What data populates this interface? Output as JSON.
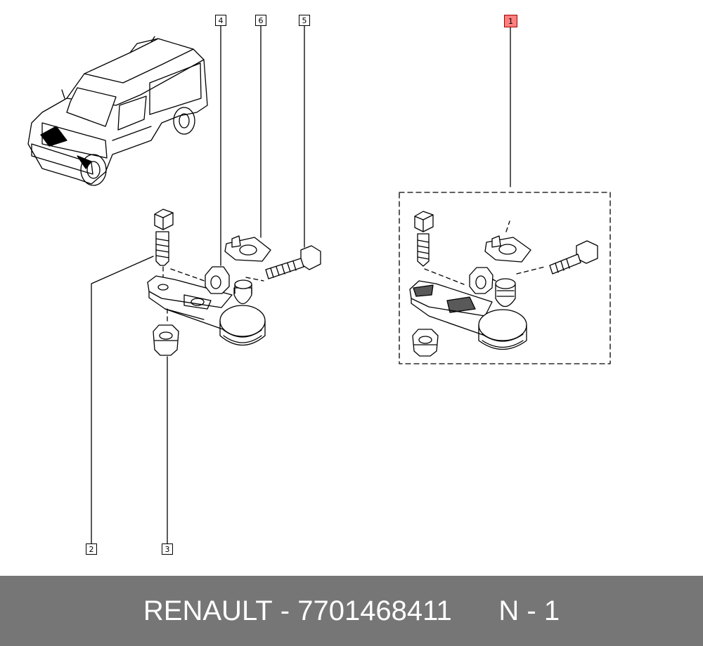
{
  "callouts": {
    "c1": "1",
    "c2": "2",
    "c3": "3",
    "c4": "4",
    "c5": "5",
    "c6": "6"
  },
  "footer": {
    "brand": "RENAULT",
    "separator": " - ",
    "part_number": "7701468411",
    "gap": "      ",
    "page": "N - 1"
  },
  "colors": {
    "highlight": "#ff7f7f",
    "footer_bg": "#767676"
  }
}
